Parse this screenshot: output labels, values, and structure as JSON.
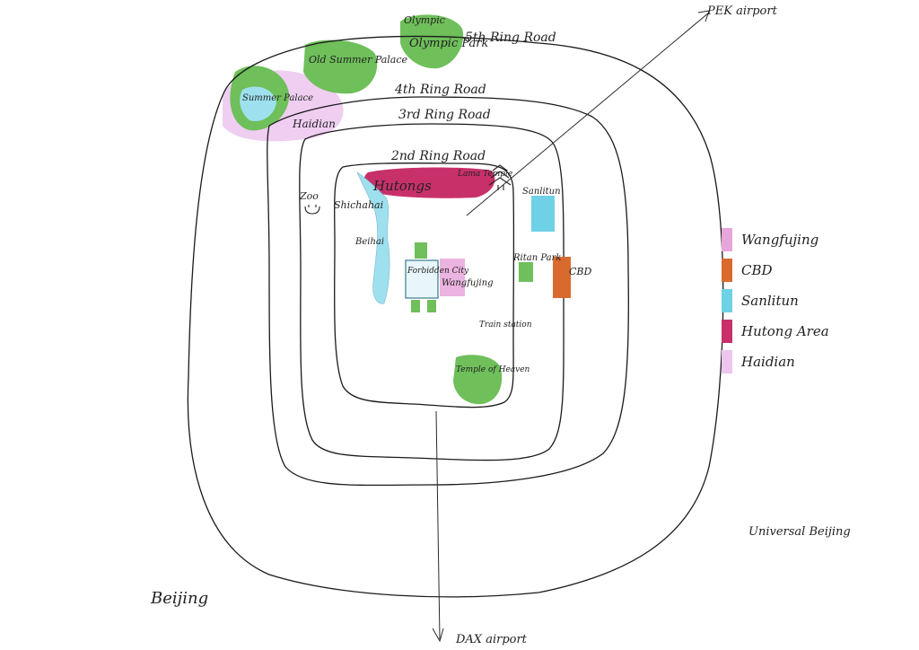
{
  "map": {
    "city": "Beijing",
    "rings": {
      "second": "2nd Ring Road",
      "third": "3rd Ring Road",
      "fourth": "4th Ring Road",
      "fifth": "5th Ring Road"
    },
    "places": {
      "olympic_park": "Olympic Park",
      "old_summer_palace": "Old Summer Palace",
      "summer_palace": "Summer Palace",
      "haidian": "Haidian",
      "zoo": "Zoo",
      "shichahai": "Shichahai",
      "beihai": "Beihai",
      "hutongs": "Hutongs",
      "lama_temple": "Lama Temple",
      "sanlitun": "Sanlitun",
      "forbidden_city": "Forbidden City",
      "wangfujing": "Wangfujing",
      "ritan_park": "Ritan Park",
      "cbd": "CBD",
      "train_station": "Train station",
      "temple_of_heaven": "Temple of Heaven",
      "universal": "Universal Beijing"
    },
    "airports": {
      "pek": "PEK airport",
      "dax": "DAX airport"
    }
  },
  "legend": {
    "items": [
      {
        "label": "Wangfujing",
        "color": "#e7a6d9"
      },
      {
        "label": "CBD",
        "color": "#d96a2e"
      },
      {
        "label": "Sanlitun",
        "color": "#6fd1e6"
      },
      {
        "label": "Hutong Area",
        "color": "#c8306a"
      },
      {
        "label": "Haidian",
        "color": "#ecc6ee"
      }
    ]
  }
}
